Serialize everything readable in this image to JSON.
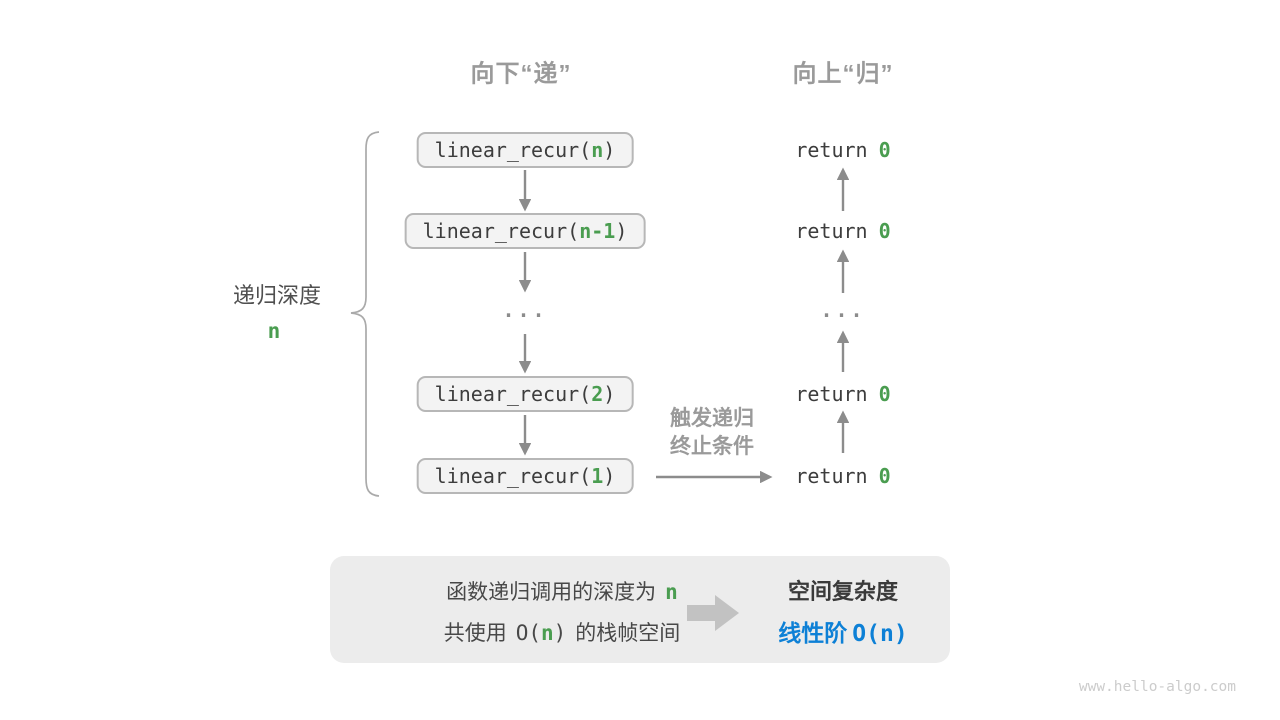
{
  "colors": {
    "green": "#4a9d50",
    "blue": "#0d80d6",
    "accent_gray": "#9a9a9a"
  },
  "headers": {
    "descend": "向下“递”",
    "ascend": "向上“归”"
  },
  "depth": {
    "label": "递归深度",
    "value": "n"
  },
  "stack": {
    "prefix": "linear_recur(",
    "suffix": ")",
    "args": [
      "n",
      "n-1",
      "2",
      "1"
    ]
  },
  "ellipsis": "...",
  "returns": {
    "keyword": "return",
    "value": "0"
  },
  "trigger": {
    "line1": "触发递归",
    "line2": "终止条件"
  },
  "summary": {
    "line1_text": "函数递归调用的深度为",
    "line1_value": "n",
    "line2_pre": "共使用",
    "line2_o_open": "O(",
    "line2_value": "n",
    "line2_o_close": ")",
    "line2_post": "的栈帧空间",
    "result_title": "空间复杂度",
    "result_label": "线性阶",
    "result_big_o": "O(n)"
  },
  "watermark": "www.hello-algo.com"
}
